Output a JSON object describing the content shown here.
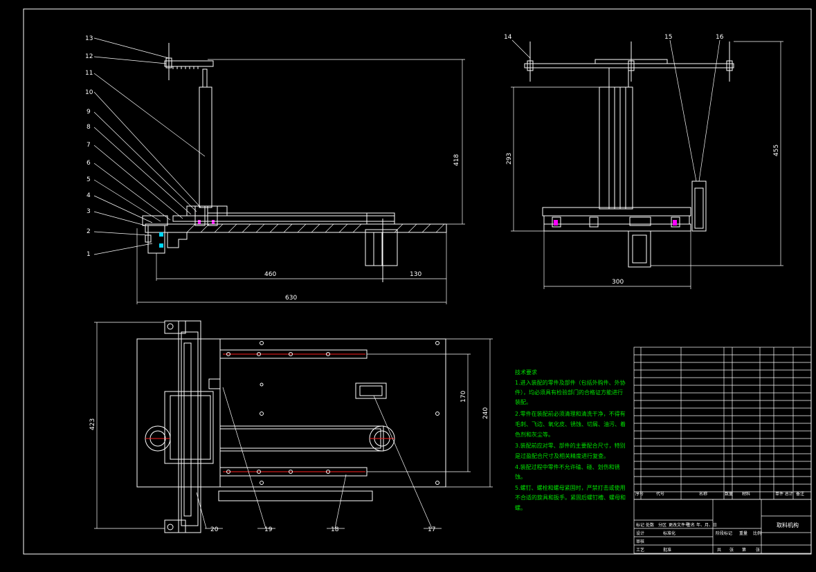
{
  "drawing": {
    "part_callouts": [
      "1",
      "2",
      "3",
      "4",
      "5",
      "6",
      "7",
      "8",
      "9",
      "10",
      "11",
      "12",
      "13",
      "14",
      "15",
      "16",
      "17",
      "18",
      "19",
      "20"
    ],
    "dimensions": {
      "front_height": "418",
      "front_span_a": "460",
      "front_span_b": "130",
      "front_total": "630",
      "side_height_a": "293",
      "side_height_b": "455",
      "side_width": "300",
      "top_depth": "423",
      "top_inner_a": "170",
      "top_inner_b": "240"
    },
    "tech_title": "技术要求",
    "tech_lines": [
      "1.进入装配的零件及部件（包括外购件、外协",
      "件），均必须具有检验部门的合格证方能进行",
      "装配。",
      "2.零件在装配前必须清理和清洗干净，不得有",
      "毛刺、飞边、氧化皮、锈蚀、切屑、油污、着",
      "色剂和灰尘等。",
      "3.装配前应对零、部件的主要配合尺寸，特别",
      "是过盈配合尺寸及相关精度进行复查。",
      "4.装配过程中零件不允许磕、碰、划伤和锈",
      "蚀。",
      "5.螺钉、螺栓和螺母紧固时，严禁打击或使用",
      "不合适的旋具和扳手。紧固后螺钉槽、螺母和",
      "螺。"
    ],
    "title_block": {
      "header_code": "代号",
      "header_name": "名称",
      "header_qty": "数量",
      "header_material": "材料",
      "header_weight": "单件 总计",
      "header_note": "备注",
      "drawing_name": "取料机构",
      "labels": [
        "标记",
        "处数",
        "分区",
        "更改文件号",
        "签名",
        "年、月、日",
        "设计",
        "标准化",
        "阶段标记",
        "重量",
        "比例",
        "审核",
        "工艺",
        "批准",
        "共",
        "张",
        "第",
        "张"
      ]
    }
  }
}
